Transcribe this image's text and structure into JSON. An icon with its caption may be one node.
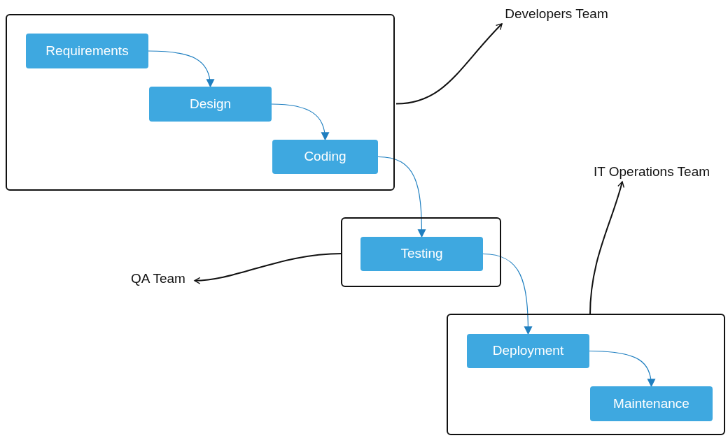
{
  "diagram": {
    "nodes": [
      {
        "text": [],
        "shape": "box"
      },
      {
        "text": [
          "Requirements"
        ],
        "in": 0
      },
      {
        "text": [
          "Design"
        ],
        "in": 0
      },
      {
        "text": [
          "Coding"
        ],
        "in": 0
      },
      {
        "text": [],
        "shape": "box"
      },
      {
        "text": [
          "Testing"
        ],
        "in": 4
      },
      {
        "text": [],
        "shape": "box"
      },
      {
        "text": [
          "Deployment"
        ],
        "in": 6
      },
      {
        "text": [
          "Maintenance"
        ],
        "in": 6
      },
      {
        "text": [
          "Developers Team"
        ]
      },
      {
        "text": [
          "IT Operations Team"
        ]
      },
      {
        "text": [
          "QA Team"
        ]
      }
    ],
    "edges": [
      {
        "from": 1,
        "to": 2,
        "arrow": "to"
      },
      {
        "from": 2,
        "to": 3,
        "arrow": "to"
      },
      {
        "from": 3,
        "to": 5,
        "arrow": "to"
      },
      {
        "from": 5,
        "to": 7,
        "arrow": "to"
      },
      {
        "from": 7,
        "to": 8,
        "arrow": "to"
      },
      {
        "from": 0,
        "to": 9,
        "arrow": "to",
        "color": "#111111"
      },
      {
        "from": 4,
        "to": 11,
        "arrow": "to",
        "color": "#111111"
      },
      {
        "from": 6,
        "to": 10,
        "arrow": "to",
        "color": "#111111"
      }
    ]
  }
}
